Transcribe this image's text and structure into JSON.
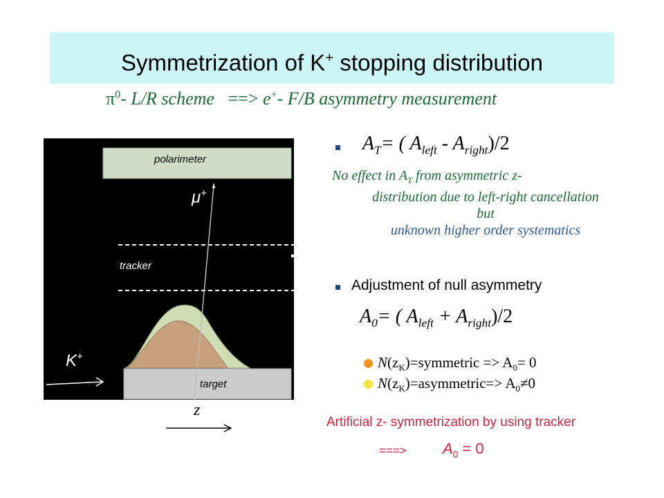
{
  "title": {
    "main": "Symmetrization of K",
    "sup": "+",
    "rest": " stopping distribution"
  },
  "subtitle": {
    "pi": "π",
    "pi_sup": "0",
    "left_part": "- L/R scheme",
    "arrow": "==>",
    "e": " e",
    "e_sup": "+",
    "right_part": "- F/B asymmetry measurement"
  },
  "at_formula": {
    "A": "A",
    "T": "T",
    "eq": "= ( A",
    "left": "left",
    "minus": " - A",
    "right": "right",
    "tail": ")/2"
  },
  "note": {
    "line1_a": "No effect in A",
    "line1_sub": "T",
    "line1_b": " from asymmetric z-",
    "line2": "distribution due to left-right cancellation",
    "line3": "but",
    "line4": "unknown higher order systematics"
  },
  "adjustment_label": "Adjustment of null asymmetry",
  "a0_formula": {
    "A": "A",
    "zero": "0",
    "eq": "= ( A",
    "left": "left",
    "plus": " + A",
    "right": "right",
    "tail": ")/2"
  },
  "case1": {
    "N": "N",
    "open": "(z",
    "K": "K",
    "close": ")=symmetric  => A",
    "zero": "0",
    "end": "= 0"
  },
  "case2": {
    "N": "N",
    "open": "(z",
    "K": "K",
    "close": ")=asymmetric=> A",
    "zero": "0",
    "end": "≠0"
  },
  "artificial": "Artificial z- symmetrization by using tracker",
  "conclusion": {
    "arrow": "===>",
    "A": "A",
    "zero": "0",
    "end": " = 0"
  },
  "diagram": {
    "polarimeter": "polarimeter",
    "tracker": "tracker",
    "target": "target",
    "mu": "μ",
    "mu_sup": "+",
    "K": "K",
    "K_sup": "+",
    "z": "z"
  },
  "colors": {
    "title_bg": "#ccf5f7",
    "green": "#1a6b35",
    "blue": "#2c57a0",
    "red": "#d4203c",
    "bullet_square": "#1d4a8d",
    "dot_orange": "#f7931e",
    "dot_yellow": "#f5e23c"
  }
}
